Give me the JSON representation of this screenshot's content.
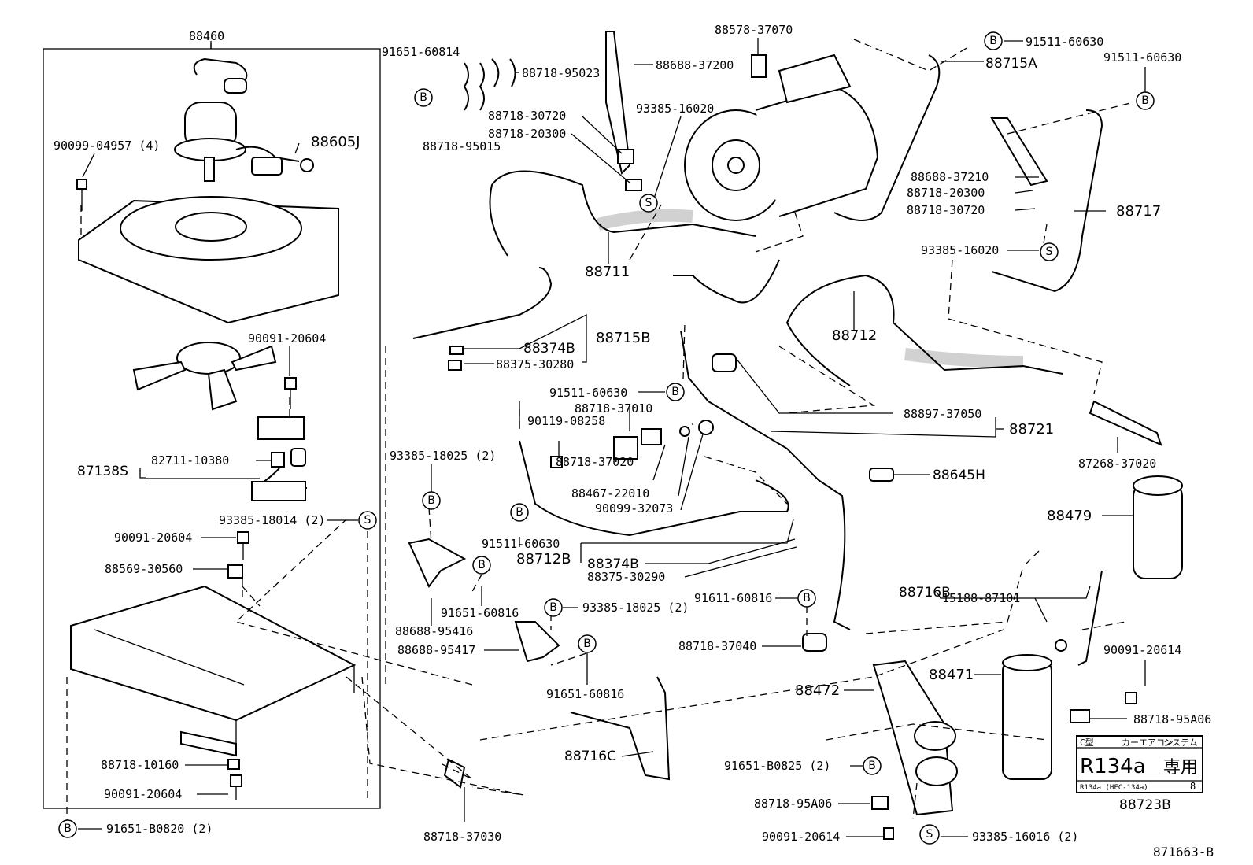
{
  "diagram_id": "871663-B",
  "labels": {
    "l88460": "88460",
    "l91651_60814": "91651-60814",
    "l88718_95023": "88718-95023",
    "l88688_37200": "88688-37200",
    "l88578_37070": "88578-37070",
    "l91511_60630_a": "91511-60630",
    "l88715A": "88715A",
    "l91511_60630_b": "91511-60630",
    "l90099_04957": "90099-04957 (4)",
    "l88605J": "88605J",
    "l88718_30720_a": "88718-30720",
    "l88718_20300_a": "88718-20300",
    "l88718_95015": "88718-95015",
    "l93385_16020_a": "93385-16020",
    "l88688_37210": "88688-37210",
    "l88718_20300_b": "88718-20300",
    "l88718_30720_b": "88718-30720",
    "l88717": "88717",
    "l93385_16020_b": "93385-16020",
    "l88711": "88711",
    "l88712": "88712",
    "l90091_20604_a": "90091-20604",
    "l88374B_a": "88374B",
    "l88715B": "88715B",
    "l88375_30280": "88375-30280",
    "l91511_60630_c": "91511-60630",
    "l88718_37010": "88718-37010",
    "l90119_08258": "90119-08258",
    "l88897_37050": "88897-37050",
    "l88721": "88721",
    "l87268_37020": "87268-37020",
    "l82711_10380": "82711-10380",
    "l87138S": "87138S",
    "l93385_18025_a": "93385-18025 (2)",
    "l88718_37020": "88718-37020",
    "l88467_22010": "88467-22010",
    "l90099_32073": "90099-32073",
    "l88645H": "88645H",
    "l88479": "88479",
    "l93385_18014": "93385-18014 (2)",
    "l90091_20604_b": "90091-20604",
    "l91511_60630_d": "91511-60630",
    "l88712B": "88712B",
    "l88374B_b": "88374B",
    "l88375_30290": "88375-30290",
    "l88569_30560": "88569-30560",
    "l91651_60816_a": "91651-60816",
    "l88688_95416": "88688-95416",
    "l91611_60816": "91611-60816",
    "l88716B": "88716B",
    "l15188_87101": "15188-87101",
    "l93385_18025_b": "93385-18025 (2)",
    "l88688_95417": "88688-95417",
    "l88718_37040": "88718-37040",
    "l90091_20614_a": "90091-20614",
    "l88471": "88471",
    "l91651_60816_b": "91651-60816",
    "l88472": "88472",
    "l88716C": "88716C",
    "l88718_95A06_a": "88718-95A06",
    "l88718_10160": "88718-10160",
    "l91651_B0825": "91651-B0825 (2)",
    "l90091_20604_c": "90091-20604",
    "l88718_95A06_b": "88718-95A06",
    "l88723B": "88723B",
    "l91651_B0820": "91651-B0820 (2)",
    "l88718_37030": "88718-37030",
    "l90091_20614_b": "90091-20614",
    "l93385_16016": "93385-16016 (2)"
  },
  "symbols": {
    "bolt": "B",
    "screw": "S"
  },
  "refrigerant_label": {
    "header_left": "C型",
    "header_mid": "カーエアコン",
    "header_right": "システム",
    "main_left": "R134a",
    "main_right": "専用",
    "foot_left": "R134a (HFC-134a)",
    "foot_right": "8"
  }
}
